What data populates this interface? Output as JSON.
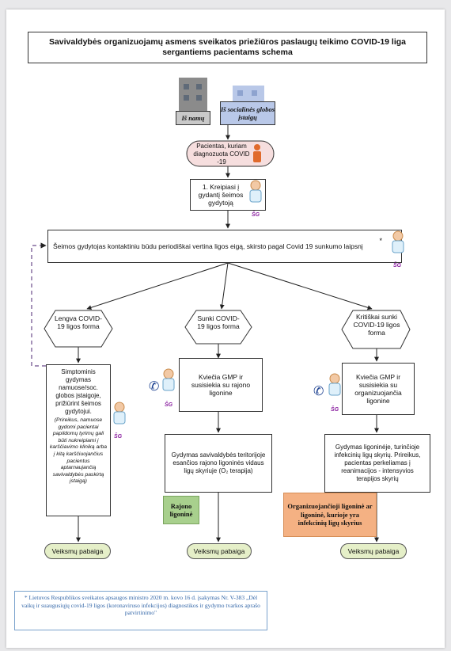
{
  "title": "Savivaldybės organizuojamų asmens sveikatos priežiūros paslaugų teikimo COVID-19 liga sergantiems pacientams schema",
  "sources": {
    "home": "Iš namų",
    "social": "Iš socialinės globos įstaigų"
  },
  "patient": "Pacientas, kuriam diagnozuota COVID -19",
  "step1": "1. Kreipiasi į gydantį šeimos gydytoją",
  "monitoring": "Šeimos gydytojas kontaktiniu būdu periodiškai vertina ligos eigą, skirsto pagal Covid 19 sunkumo laipsnį",
  "monitoring_mark": "*",
  "sg_label": "ŠG",
  "forms": {
    "mild": "Lengva COVID-19 ligos forma",
    "severe": "Sunki COVID-19 ligos forma",
    "critical": "Kritiškai sunki COVID-19 ligos forma"
  },
  "mild_treatment_main": "Simptominis gydymas namuose/soc. globos įstaigoje, prižiūrint šeimos gydytojui.",
  "mild_treatment_note": "(Prireikus, namuose gydomi pacientai papildomų tyrimų gali būti nukreipiami į karščiavimo kliniką arba į kitą karščiuojančius pacientus aptarnaujančią savivaldybės paskirtą įstaigą)",
  "severe_call": "Kviečia GMP ir susisiekia su rajono ligonine",
  "severe_treatment": "Gydymas savivaldybės teritorijoje esančios rajono ligoninės vidaus ligų skyriuje (O₂ terapija)",
  "severe_hospital": "Rajono ligoninė",
  "critical_call": "Kviečia GMP ir susisiekia su organizuojančia ligonine",
  "critical_treatment": "Gydymas ligoninėje, turinčioje infekcinių ligų skyrių. Prireikus, pacientas perkeliamas į reanimacijos - intensyvios terapijos skyrių",
  "critical_hospital": "Organizuojančioji ligoninė ar ligoninė, kurioje yra infekcinių ligų skyrius",
  "end_label": "Veiksmų pabaiga",
  "footnote": "* Lietuvos Respublikos sveikatos apsaugos ministro 2020 m. kovo 16 d. įsakymas Nr. V-383 „Dėl vaikų ir suaugusiųjų covid-19 ligos (koronaviruso infekcijos) diagnostikos ir gydymo tvarkos aprašo patvirtinimo\"",
  "icons": [
    "building-icon",
    "person-icon",
    "doctor-icon",
    "phone-icon"
  ],
  "colors": {
    "home_building": "#8b8b8b",
    "social_building": "#b9c8e8",
    "patient_fill": "#f6dede",
    "patient_person": "#e06a2c",
    "end_fill": "#e5efc8",
    "rajono_fill": "#a8d08d",
    "organizing_fill": "#f4b183",
    "footnote_text": "#3467a8"
  }
}
